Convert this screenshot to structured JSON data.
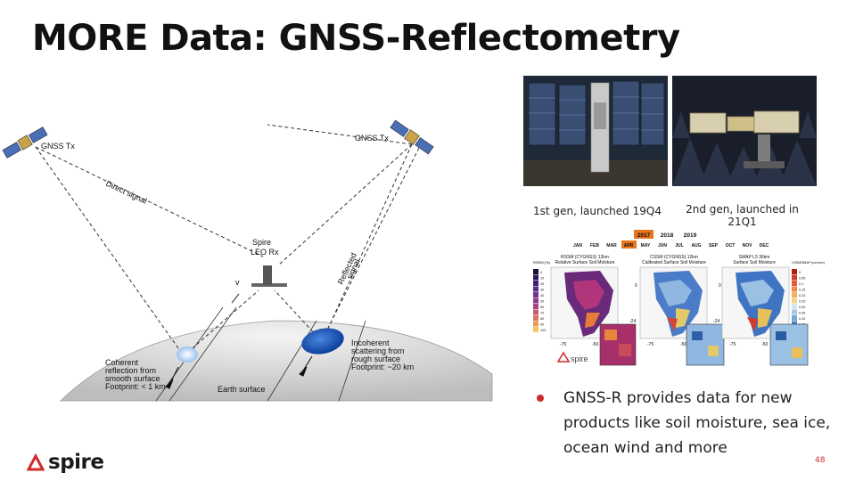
{
  "slide": {
    "title": "MORE Data: GNSS-Reflectometry",
    "page_number": "48"
  },
  "diagram": {
    "tx_left_label": "GNSS Tx",
    "tx_right_label": "GNSS Tx",
    "direct_signal_label": "Direct signal",
    "receiver_label_line1": "Spire",
    "receiver_label_line2": "LEO Rx",
    "velocity_label": "v",
    "reflected_label_line1": "Reflected",
    "reflected_label_line2": "signal",
    "coherent_line1": "Coherent",
    "coherent_line2": "reflection from",
    "coherent_line3": "smooth surface",
    "coherent_line4": "Footprint: < 1 km",
    "incoherent_line1": "Incoherent",
    "incoherent_line2": "scattering from",
    "incoherent_line3": "rough surface",
    "incoherent_line4": "Footprint: ~20 km",
    "earth_label": "Earth surface"
  },
  "photos": {
    "caption_1": "1st gen, launched 19Q4",
    "caption_2_line1": "2nd gen, launched in",
    "caption_2_line2": "21Q1"
  },
  "maps": {
    "years": [
      "2017",
      "2018",
      "2019"
    ],
    "selected_year": "2017",
    "months": [
      "JAN",
      "FEB",
      "MAR",
      "APR",
      "MAY",
      "JUN",
      "JUL",
      "AUG",
      "SEP",
      "OCT",
      "NOV",
      "DEC"
    ],
    "selected_month": "APR",
    "panel_titles": [
      "RSSM (CYGNSS) 12km",
      "CSSM (CYGNSS) 12km",
      "SMAP L3 36km"
    ],
    "panel_subtitles": [
      "Relative Surface Soil Moisture",
      "Calibrated Surface Soil Moisture",
      "Surface Soil Moisture"
    ],
    "left_legend_title": "RSSM (%)",
    "left_legend_values": [
      "0",
      "10",
      "20",
      "30",
      "40",
      "50",
      "60",
      "70",
      "80",
      "90",
      "100"
    ],
    "right_legend_title": "CSSM/SMAP (cm³/cm³)",
    "right_legend_values": [
      "0",
      "0.05",
      "0.1",
      "0.15",
      "0.20",
      "0.25",
      "0.30",
      "0.35",
      "0.40",
      "0.45",
      "0.50"
    ],
    "axis_labels": [
      "-75",
      "-50",
      "-75",
      "-50",
      "-75",
      "-50",
      "-24",
      "-24",
      "0",
      "0"
    ],
    "logo_text": "spire",
    "accent_color": "#e8741c"
  },
  "bullet": {
    "text": "GNSS-R provides data for new products like soil moisture, sea ice, ocean wind and more"
  },
  "brand": {
    "logo_text": "spire",
    "accent": "#d12a2a"
  }
}
